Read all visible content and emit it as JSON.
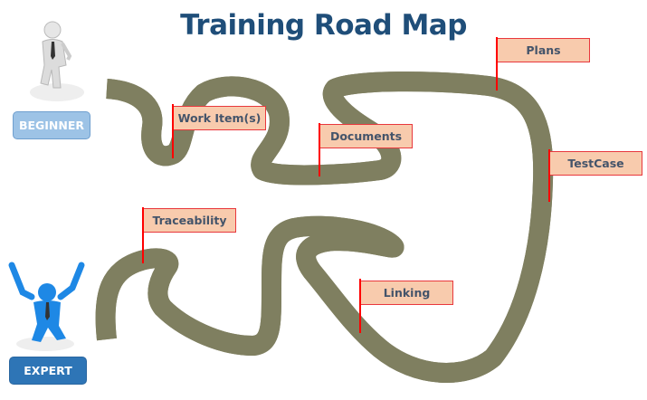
{
  "title": "Training Road Map",
  "start_button": "BEGINNER",
  "end_button": "EXPERT",
  "milestones": [
    "Work Item(s)",
    "Documents",
    "Plans",
    "TestCase",
    "Traceability",
    "Linking"
  ],
  "colors": {
    "title": "#1f4e79",
    "road": "#ffc800",
    "flag": "#f8cbad",
    "pole": "#ff0000",
    "beginner": "#9dc3e6",
    "expert": "#2e75b6"
  }
}
